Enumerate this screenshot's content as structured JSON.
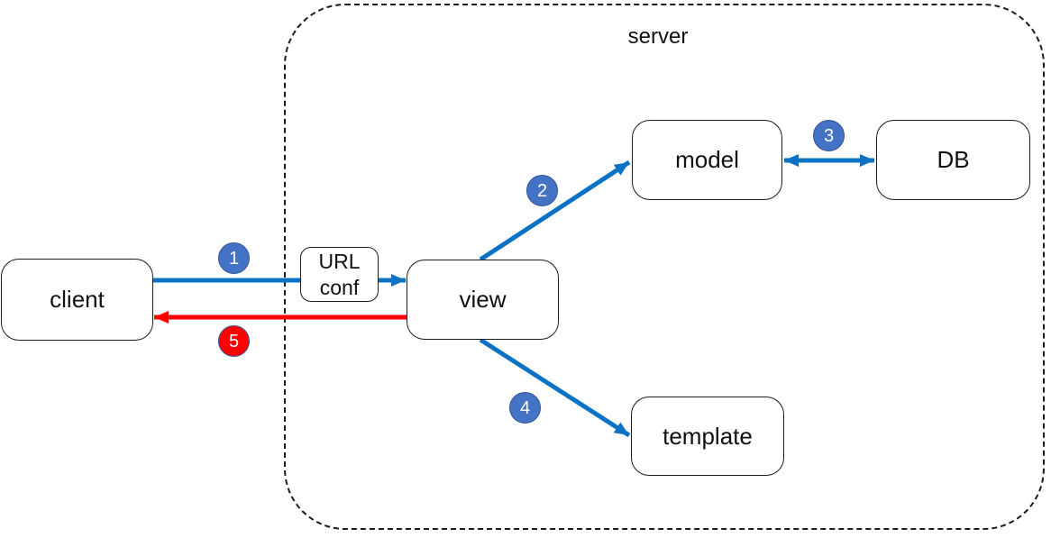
{
  "canvas": {
    "background": "#ffffff"
  },
  "server": {
    "label": "server"
  },
  "nodes": {
    "client": {
      "label": "client"
    },
    "url_conf": {
      "label": "URL conf"
    },
    "view": {
      "label": "view"
    },
    "model": {
      "label": "model"
    },
    "db": {
      "label": "DB"
    },
    "template": {
      "label": "template"
    }
  },
  "steps": [
    {
      "num": "1",
      "color": "#4472c4"
    },
    {
      "num": "2",
      "color": "#4472c4"
    },
    {
      "num": "3",
      "color": "#4472c4"
    },
    {
      "num": "4",
      "color": "#4472c4"
    },
    {
      "num": "5",
      "color": "#ff0000"
    }
  ],
  "edges": [
    {
      "step": "1",
      "from": "client",
      "to": "view",
      "via": "URL conf",
      "color": "#0b72c4",
      "direction": "one-way"
    },
    {
      "step": "2",
      "from": "view",
      "to": "model",
      "color": "#0b72c4",
      "direction": "one-way"
    },
    {
      "step": "3",
      "from": "model",
      "to": "DB",
      "color": "#0b72c4",
      "direction": "two-way"
    },
    {
      "step": "4",
      "from": "view",
      "to": "template",
      "color": "#0b72c4",
      "direction": "one-way"
    },
    {
      "step": "5",
      "from": "view",
      "to": "client",
      "color": "#ff0000",
      "direction": "one-way"
    }
  ],
  "colors": {
    "arrow_blue": "#0b72c4",
    "arrow_red": "#ff0000",
    "badge_blue": "#4472c4",
    "badge_red": "#ff0000",
    "badge_border": "#2f5597",
    "box_border": "#1c1c1c",
    "server_dash": "#1c1c1c"
  }
}
